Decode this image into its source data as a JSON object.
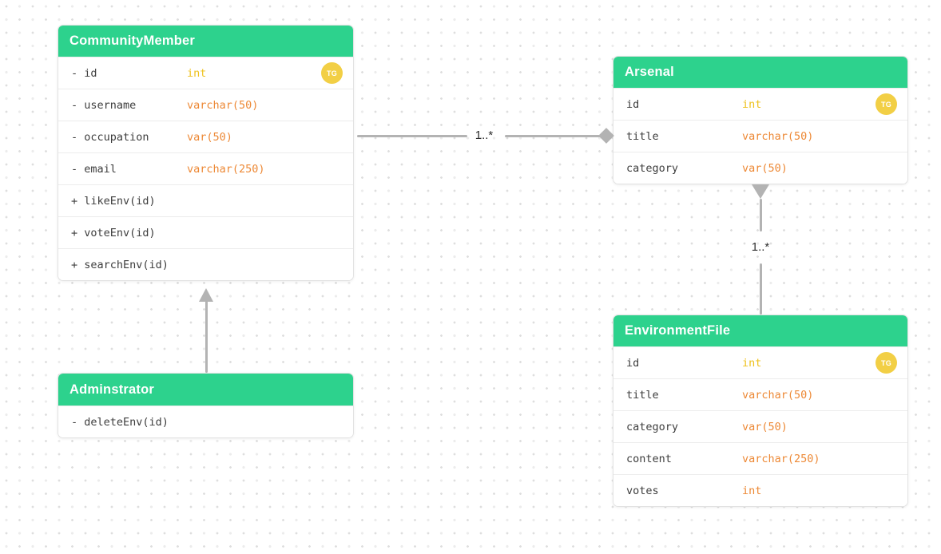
{
  "colors": {
    "header_green": "#2dd28d",
    "type_orange": "#ed8936",
    "type_yellow": "#eec21f",
    "badge_yellow": "#f2cf45",
    "connector_gray": "#b3b3b3"
  },
  "badge_label": "TG",
  "tables": [
    {
      "title": "CommunityMember",
      "rows": [
        {
          "name": "- id",
          "type": "int"
        },
        {
          "name": "- username",
          "type": "varchar(50)"
        },
        {
          "name": "- occupation",
          "type": "var(50)"
        },
        {
          "name": "- email",
          "type": "varchar(250)"
        },
        {
          "name": "+ likeEnv(id)",
          "type": ""
        },
        {
          "name": "+ voteEnv(id)",
          "type": ""
        },
        {
          "name": "+ searchEnv(id)",
          "type": ""
        }
      ]
    },
    {
      "title": "Arsenal",
      "rows": [
        {
          "name": "id",
          "type": "int"
        },
        {
          "name": "title",
          "type": "varchar(50)"
        },
        {
          "name": "category",
          "type": "var(50)"
        }
      ]
    },
    {
      "title": "EnvironmentFile",
      "rows": [
        {
          "name": "id",
          "type": "int"
        },
        {
          "name": "title",
          "type": "varchar(50)"
        },
        {
          "name": "category",
          "type": "var(50)"
        },
        {
          "name": "content",
          "type": "varchar(250)"
        },
        {
          "name": "votes",
          "type": "int"
        }
      ]
    },
    {
      "title": "Adminstrator",
      "rows": [
        {
          "name": "- deleteEnv(id)",
          "type": ""
        }
      ]
    }
  ],
  "connections": [
    {
      "from": "CommunityMember",
      "to": "Arsenal",
      "label": "1..*",
      "end_marker": "diamond"
    },
    {
      "from": "Arsenal",
      "to": "EnvironmentFile",
      "label": "1..*",
      "end_marker": "triangle"
    },
    {
      "from": "Adminstrator",
      "to": "CommunityMember",
      "label": "",
      "end_marker": "arrow"
    }
  ]
}
